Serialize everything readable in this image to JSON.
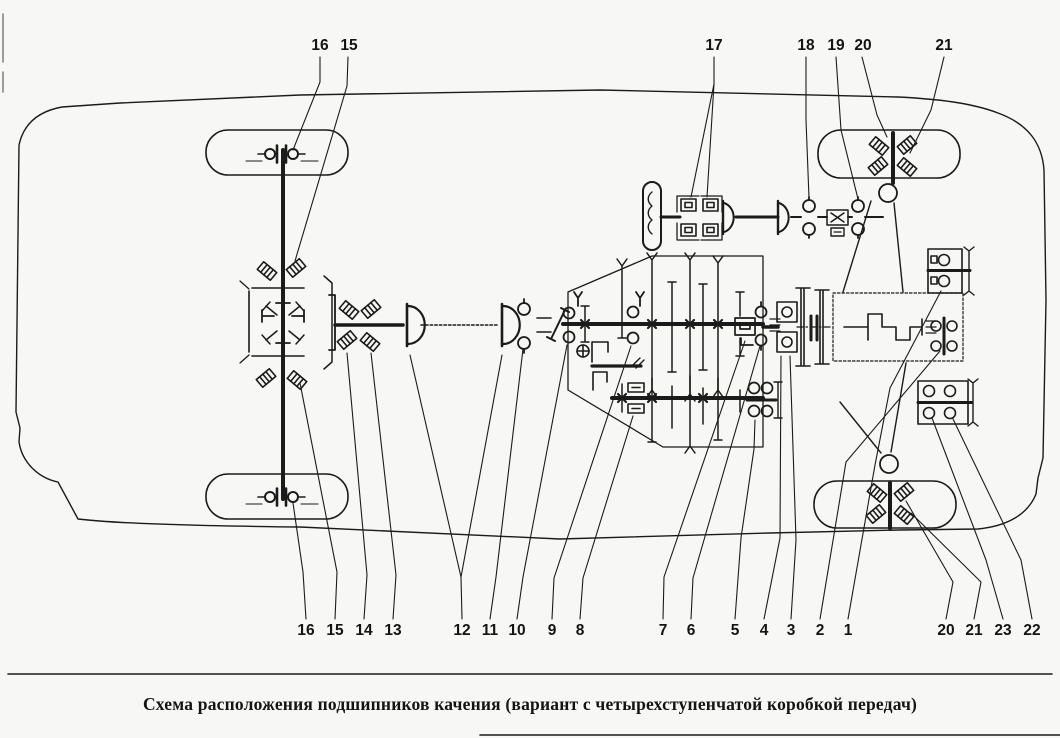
{
  "caption": "Схема расположения подшипников качения (вариант с четырехступенчатой коробкой передач)",
  "colors": {
    "ink": "#1b1b1b",
    "background": "#f7f7f5"
  },
  "callouts": {
    "top": [
      {
        "text": "16"
      },
      {
        "text": "15"
      },
      {
        "text": "17"
      },
      {
        "text": "18"
      },
      {
        "text": "19"
      },
      {
        "text": "20"
      },
      {
        "text": "21"
      }
    ],
    "bottom": [
      {
        "text": "16"
      },
      {
        "text": "15"
      },
      {
        "text": "14"
      },
      {
        "text": "13"
      },
      {
        "text": "12"
      },
      {
        "text": "11"
      },
      {
        "text": "10"
      },
      {
        "text": "9"
      },
      {
        "text": "8"
      },
      {
        "text": "7"
      },
      {
        "text": "6"
      },
      {
        "text": "5"
      },
      {
        "text": "4"
      },
      {
        "text": "3"
      },
      {
        "text": "2"
      },
      {
        "text": "1"
      },
      {
        "text": "20"
      },
      {
        "text": "21"
      },
      {
        "text": "23"
      },
      {
        "text": "22"
      }
    ]
  }
}
